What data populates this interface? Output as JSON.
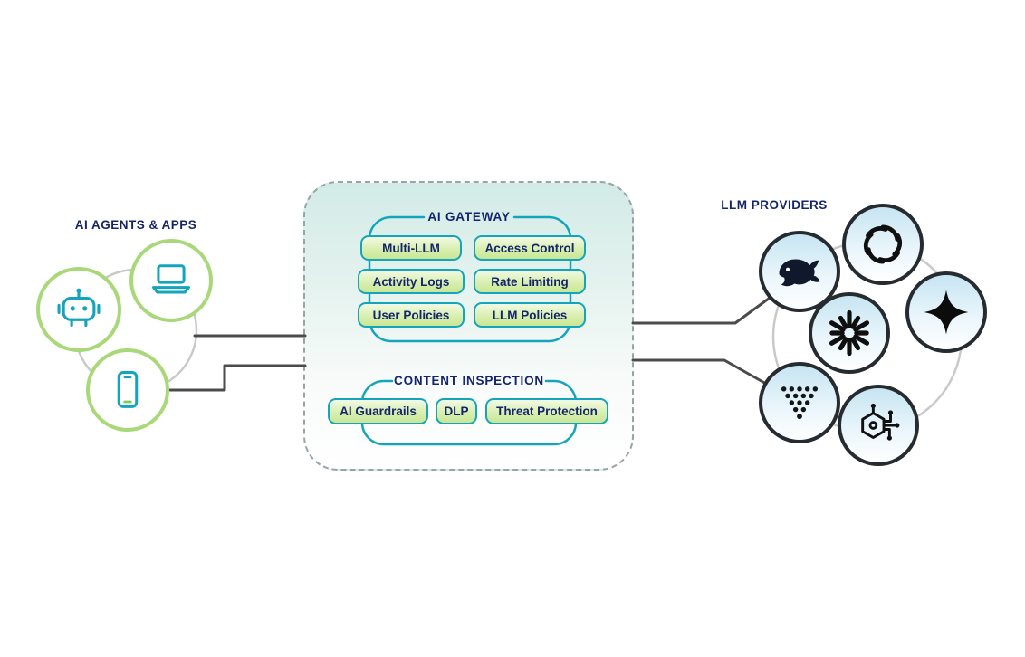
{
  "diagram": {
    "left": {
      "label": "AI AGENTS & APPS",
      "icons": [
        {
          "name": "robot-icon"
        },
        {
          "name": "laptop-icon"
        },
        {
          "name": "smartphone-icon"
        }
      ]
    },
    "gateway": {
      "sections": [
        {
          "title": "AI GATEWAY",
          "pills": [
            "Multi-LLM",
            "Access Control",
            "Activity Logs",
            "Rate Limiting",
            "User Policies",
            "LLM Policies"
          ]
        },
        {
          "title": "CONTENT INSPECTION",
          "pills": [
            "AI Guardrails",
            "DLP",
            "Threat Protection"
          ]
        }
      ]
    },
    "right": {
      "label": "LLM PROVIDERS",
      "icons": [
        {
          "name": "claude-burst-icon"
        },
        {
          "name": "deepseek-whale-icon"
        },
        {
          "name": "openai-knot-icon"
        },
        {
          "name": "gemini-star-icon"
        },
        {
          "name": "dot-matrix-provider-icon"
        },
        {
          "name": "circuit-chip-provider-icon"
        }
      ]
    },
    "colors": {
      "navy_text": "#16246B",
      "teal_accent": "#14A5BD",
      "green_ring": "#A8D878",
      "pill_green": "#D3EDA5",
      "provider_ring": "#262B30",
      "provider_fill": "#C6E5F2",
      "connector_gray": "#4B4B4B",
      "orbit_gray": "#C9C9C9",
      "box_gradient_top": "#D2EBE7"
    }
  }
}
